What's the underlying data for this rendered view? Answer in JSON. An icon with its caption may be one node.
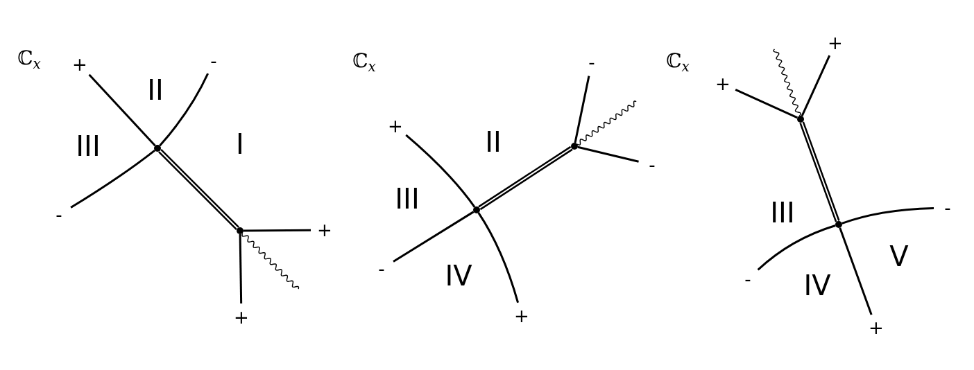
{
  "diagram": {
    "nodes": [
      {
        "text": [
          "+"
        ]
      },
      {
        "text": [
          "-"
        ]
      },
      {
        "text": [],
        "shape": "circle"
      },
      {
        "text": [
          "-"
        ]
      },
      {
        "text": [],
        "shape": "circle"
      },
      {
        "text": [
          "+"
        ]
      },
      {
        "text": [
          "+"
        ]
      },
      {
        "text": [
          "-"
        ]
      },
      {
        "text": [
          "+"
        ]
      },
      {
        "text": [],
        "shape": "circle"
      },
      {
        "text": [
          "-"
        ]
      },
      {
        "text": [],
        "shape": "circle"
      },
      {
        "text": [
          "-"
        ]
      },
      {
        "text": [
          "+"
        ]
      },
      {
        "text": [
          "+"
        ]
      },
      {
        "text": [
          "+"
        ]
      },
      {
        "text": [],
        "shape": "circle"
      },
      {
        "text": [
          "-"
        ]
      },
      {
        "text": [],
        "shape": "circle"
      },
      {
        "text": [
          "-"
        ]
      },
      {
        "text": [
          "+"
        ]
      }
    ],
    "edges": [
      {
        "from": 2,
        "to": 0,
        "arrow": "none"
      },
      {
        "from": 2,
        "to": 1,
        "arrow": "none"
      },
      {
        "from": 2,
        "to": 3,
        "arrow": "none"
      },
      {
        "from": 2,
        "to": 4,
        "arrow": "none",
        "style": "thick"
      },
      {
        "from": 4,
        "to": 5,
        "arrow": "none"
      },
      {
        "from": 4,
        "to": 6,
        "arrow": "none"
      },
      {
        "from": 4,
        "to": null,
        "arrow": "none"
      },
      {
        "from": 11,
        "to": 8,
        "arrow": "none"
      },
      {
        "from": 11,
        "to": 12,
        "arrow": "none"
      },
      {
        "from": 11,
        "to": 13,
        "arrow": "none"
      },
      {
        "from": 11,
        "to": 9,
        "arrow": "none",
        "style": "thick"
      },
      {
        "from": 9,
        "to": 7,
        "arrow": "none"
      },
      {
        "from": 9,
        "to": 10,
        "arrow": "none"
      },
      {
        "from": 9,
        "to": null,
        "arrow": "none"
      },
      {
        "from": 16,
        "to": 15,
        "arrow": "none"
      },
      {
        "from": 16,
        "to": 14,
        "arrow": "none"
      },
      {
        "from": 16,
        "to": null,
        "arrow": "none"
      },
      {
        "from": 16,
        "to": 18,
        "arrow": "none",
        "style": "thick"
      },
      {
        "from": 18,
        "to": 17,
        "arrow": "none"
      },
      {
        "from": 18,
        "to": 19,
        "arrow": "none"
      },
      {
        "from": 18,
        "to": 20,
        "arrow": "none"
      }
    ],
    "labels": [
      "ℂ$_{x}$",
      "II",
      "III",
      "I",
      "ℂ$_{x}$",
      "II",
      "III",
      "IV",
      "ℂ$_{x}$",
      "III",
      "V",
      "IV"
    ]
  }
}
